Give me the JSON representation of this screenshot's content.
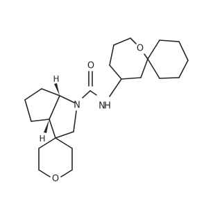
{
  "structure": {
    "background_color": "#ffffff",
    "line_color": "#262626",
    "atoms": {
      "carbonyl_oxygen": "O",
      "amide_nitrogen_H": "N",
      "amide_hydrogen": "H",
      "pyrrolidine_nitrogen": "N",
      "spiro_ring_oxygen_top": "O",
      "pyran_oxygen_bottom": "O",
      "stereo_hydrogen_upper": "H",
      "stereo_hydrogen_lower": "H"
    }
  }
}
